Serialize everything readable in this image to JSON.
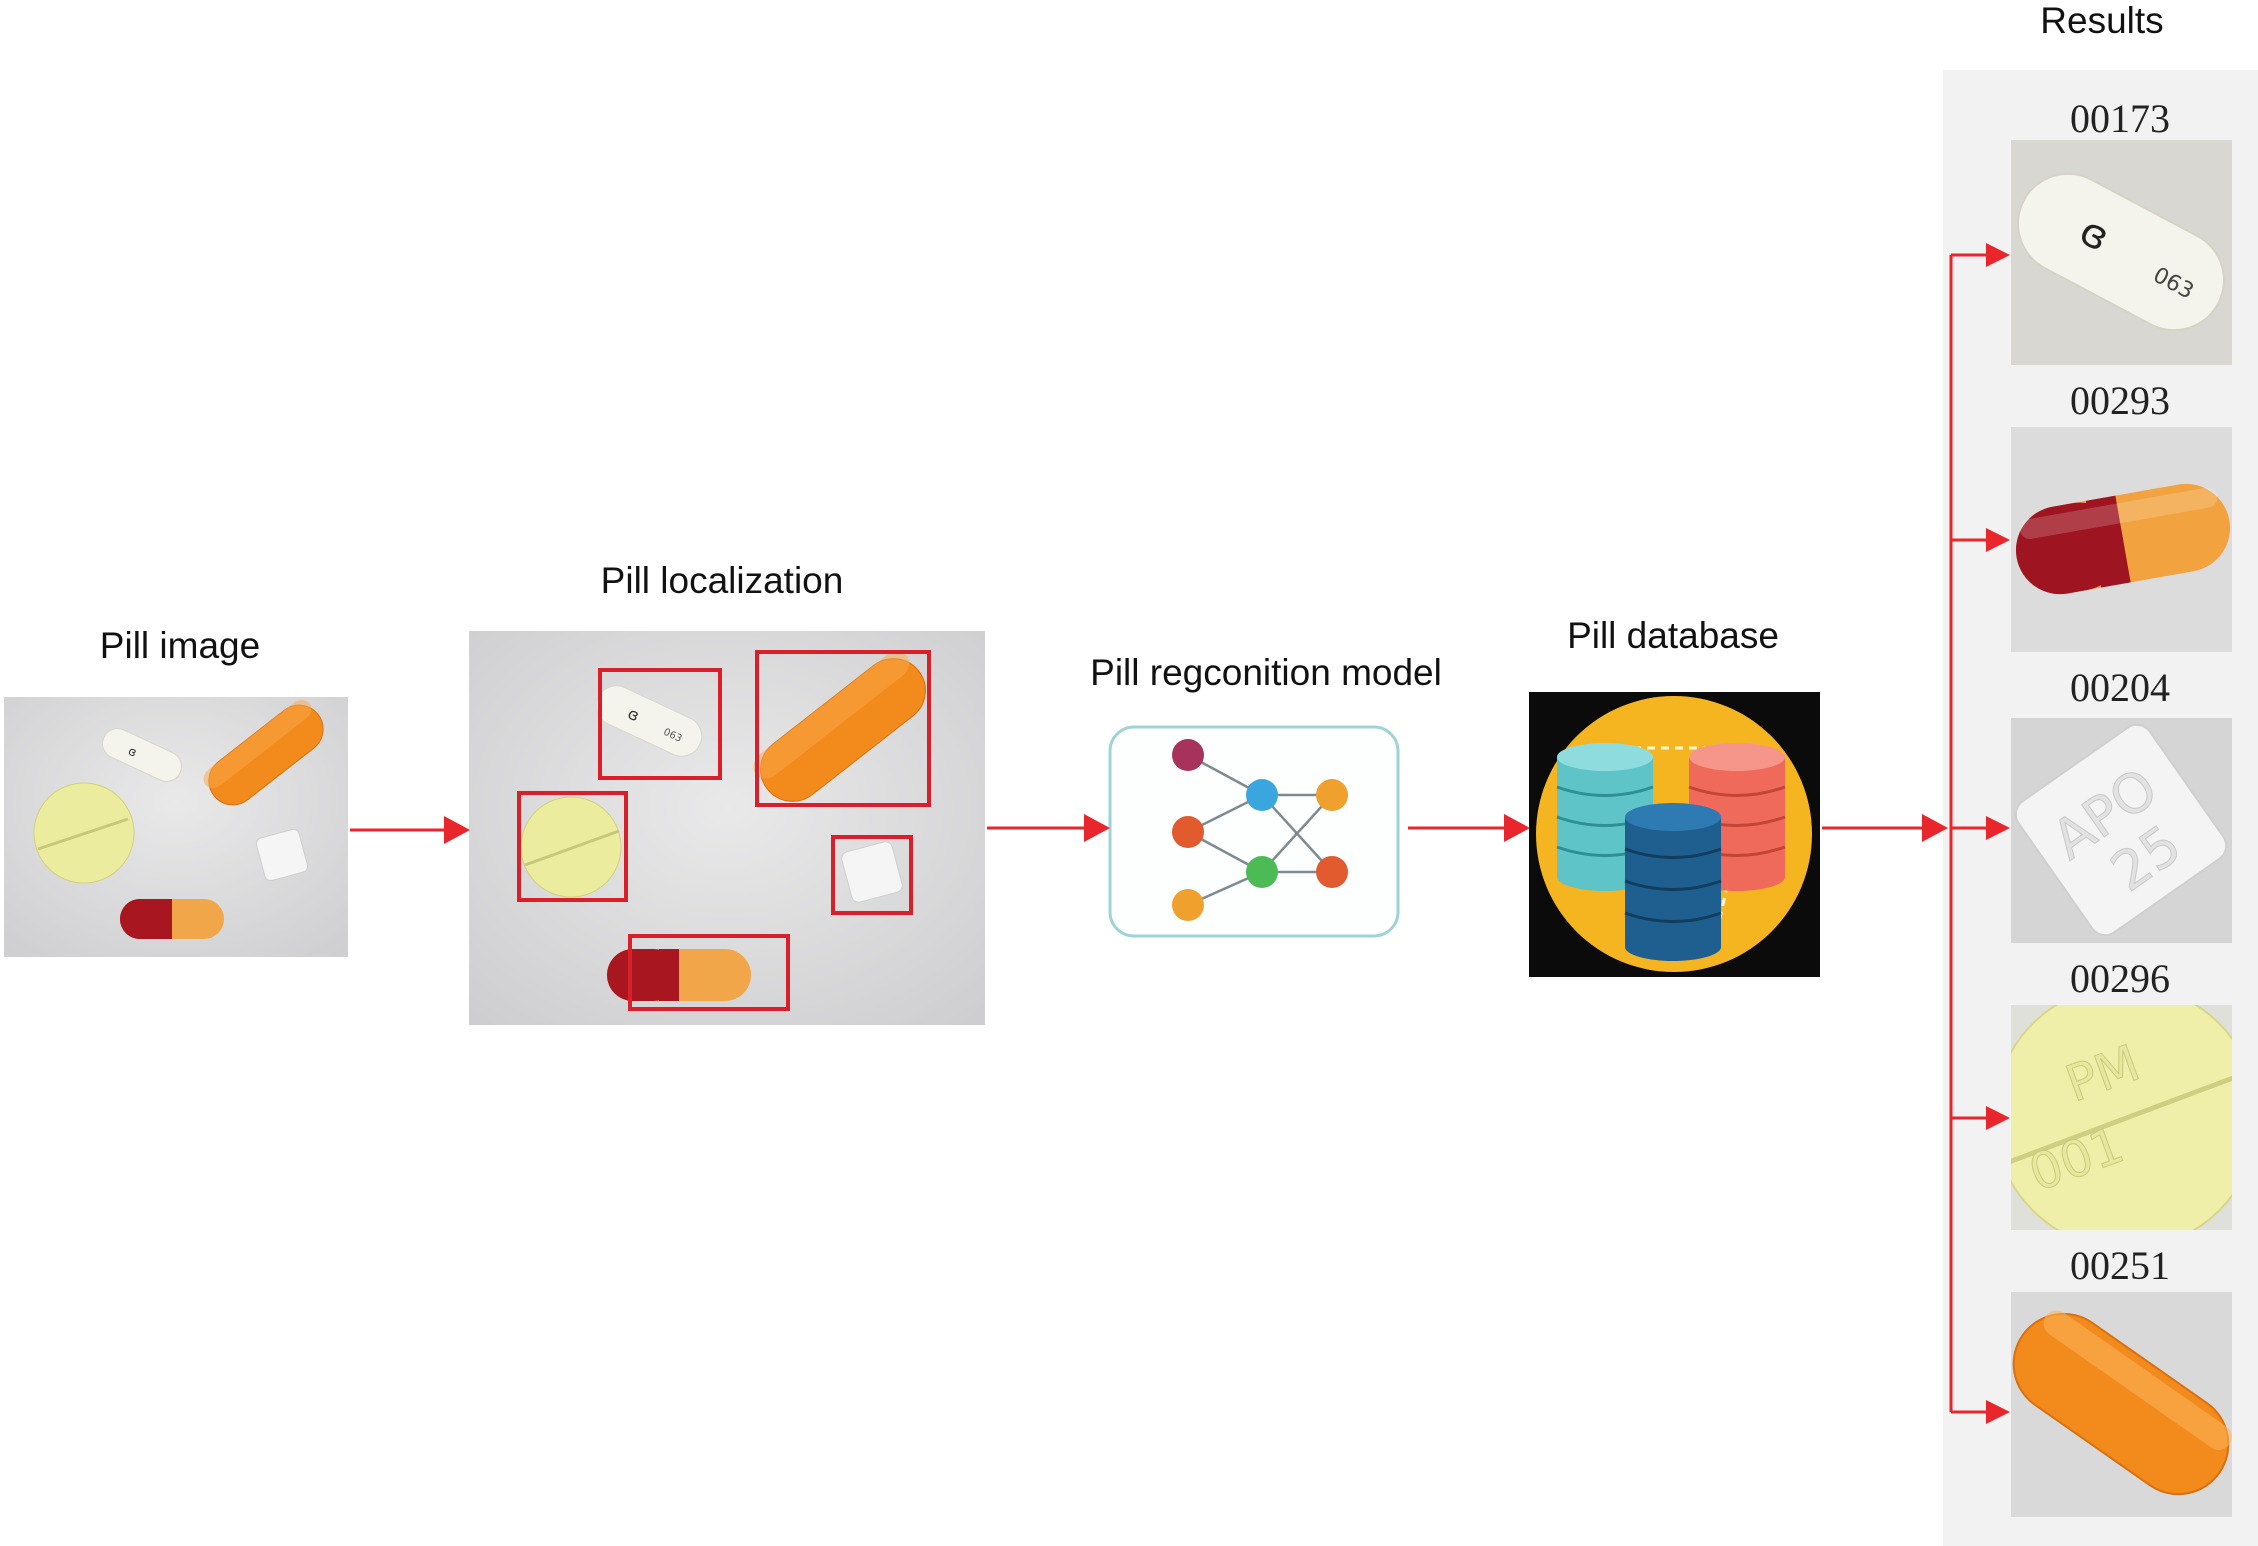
{
  "stages": {
    "pill_image": "Pill image",
    "pill_localization": "Pill localization",
    "recognition_model": "Pill regconition model",
    "pill_database": "Pill database",
    "results": "Results"
  },
  "results": [
    {
      "id": "00173",
      "kind": "white-capsule",
      "imprint": "063"
    },
    {
      "id": "00293",
      "kind": "red-orange-capsule",
      "imprint": ""
    },
    {
      "id": "00204",
      "kind": "white-square-tablet",
      "imprint": "APO 25"
    },
    {
      "id": "00296",
      "kind": "yellow-round-tablet",
      "imprint": "PM 001"
    },
    {
      "id": "00251",
      "kind": "orange-capsule",
      "imprint": ""
    }
  ],
  "colors": {
    "arrow": "#e8262b",
    "box": "#d9202a",
    "model_border": "#9fd3d6",
    "db_circle": "#f4b521",
    "db_teal": "#5fc4c8",
    "db_salmon": "#ef6a5a",
    "db_navy": "#1f5f8f"
  }
}
